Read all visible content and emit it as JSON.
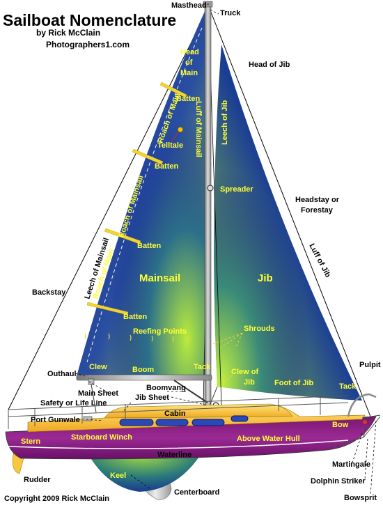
{
  "header": {
    "title": "Sailboat Nomenclature",
    "author": "by Rick McClain",
    "site": "Photographers1.com"
  },
  "footer": {
    "copyright": "Copyright 2009 Rick McClain"
  },
  "labels": {
    "masthead": "Masthead",
    "truck": "Truck",
    "head_of_main_1": "Head",
    "head_of_main_2": "of",
    "head_of_main_3": "Main",
    "head_of_jib": "Head of Jib",
    "batten_1": "Batten",
    "batten_2": "Batten",
    "batten_3": "Batten",
    "batten_4": "Batten",
    "telltale": "Telltale",
    "luff_of_mainsail": "Luff of Mainsail",
    "leech_of_jib": "Leech of Jib",
    "roach_of_main_1": "Roach of Main",
    "roach_of_mainsail": "Roach of Mainsail",
    "roach_of_main_2": "Roach of Main",
    "leech_of_mainsail": "Leech of Mainsail",
    "spreader": "Spreader",
    "headstay_1": "Headstay or",
    "headstay_2": "Forestay",
    "luff_of_jib": "Luff of Jib",
    "backstay": "Backstay",
    "mainsail": "Mainsail",
    "jib": "Jib",
    "reefing_points": "Reefing Points",
    "shrouds": "Shrouds",
    "outhaul": "Outhaul",
    "clew": "Clew",
    "boom": "Boom",
    "tack_main": "Tack",
    "clew_of_jib_1": "Clew of",
    "clew_of_jib_2": "Jib",
    "foot_of_jib": "Foot of Jib",
    "pulpit": "Pulpit",
    "tack_jib": "Tack",
    "main_sheet": "Main Sheet",
    "boomvang": "Boomvang",
    "jib_sheet": "Jib Sheet",
    "safety_line": "Safety or Life Line",
    "cabin": "Cabin",
    "port_gunwale": "Port Gunwale",
    "stern": "Stern",
    "starboard_winch": "Starboard Winch",
    "above_water_hull": "Above Water Hull",
    "bow": "Bow",
    "waterline": "Waterline",
    "keel": "Keel",
    "rudder": "Rudder",
    "centerboard": "Centerboard",
    "martingale": "Martingale",
    "dolphin_striker": "Dolphin Striker",
    "bowsprit": "Bowsprit"
  },
  "colors": {
    "sail_dark": "#0a1a8a",
    "sail_light": "#8fd63a",
    "label_yellow": "#ffff33",
    "hull_purple": "#8e1f8a",
    "deck_yellow": "#ffcc33"
  }
}
